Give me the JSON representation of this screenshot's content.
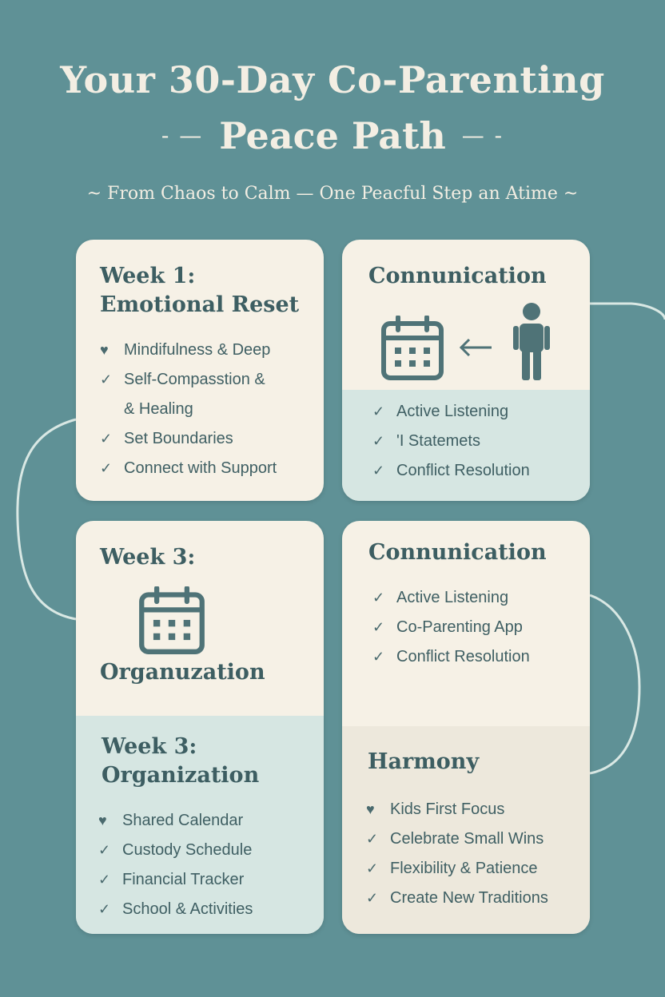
{
  "title": {
    "line1": "Your 30-Day Co-Parenting",
    "line2": "Peace Path",
    "rule_left": "- —",
    "rule_right": "— -",
    "subtitle": "~ From Chaos to Calm — One Peacful Step an Atime ~"
  },
  "cards": {
    "week1": {
      "heading_line1": "Week 1:",
      "heading_line2": "Emotional Reset",
      "items": [
        {
          "icon": "heart-icon",
          "text": "Mindifulness & Deep"
        },
        {
          "icon": "check-icon",
          "text": "Self-Compasstion &"
        },
        {
          "icon": "none",
          "text": "& Healing"
        },
        {
          "icon": "check-icon",
          "text": "Set Boundaries"
        },
        {
          "icon": "check-icon",
          "text": "Connect with Support"
        }
      ]
    },
    "communication1": {
      "heading": "Connunication",
      "items": [
        {
          "icon": "check-icon",
          "text": "Active Listening"
        },
        {
          "icon": "check-icon",
          "text": "'I Statemets"
        },
        {
          "icon": "check-icon",
          "text": "Conflict Resolution"
        }
      ]
    },
    "week3_top": {
      "heading": "Week 3:",
      "subheading": "Organuzation"
    },
    "week3_bottom": {
      "heading_line1": "Week 3:",
      "heading_line2": "Organization",
      "items": [
        {
          "icon": "heart-icon",
          "text": "Shared Calendar"
        },
        {
          "icon": "check-icon",
          "text": "Custody Schedule"
        },
        {
          "icon": "check-icon",
          "text": "Financial Tracker"
        },
        {
          "icon": "check-icon",
          "text": "School & Activities"
        }
      ]
    },
    "communication2": {
      "heading": "Connunication",
      "items": [
        {
          "icon": "check-icon",
          "text": "Active Listening"
        },
        {
          "icon": "check-icon",
          "text": "Co-Parenting App"
        },
        {
          "icon": "check-icon",
          "text": "Conflict Resolution"
        }
      ]
    },
    "harmony": {
      "heading": "Harmony",
      "items": [
        {
          "icon": "heart-icon",
          "text": "Kids First Focus"
        },
        {
          "icon": "check-icon",
          "text": "Celebrate Small Wins"
        },
        {
          "icon": "check-icon",
          "text": "Flexibility & Patience"
        },
        {
          "icon": "check-icon",
          "text": "Create New Traditions"
        }
      ]
    }
  },
  "colors": {
    "background": "#5f9196",
    "card": "#f6f1e6",
    "card_teal": "#d6e6e2",
    "text_dark": "#3d5e62",
    "title_light": "#f3eee3"
  }
}
